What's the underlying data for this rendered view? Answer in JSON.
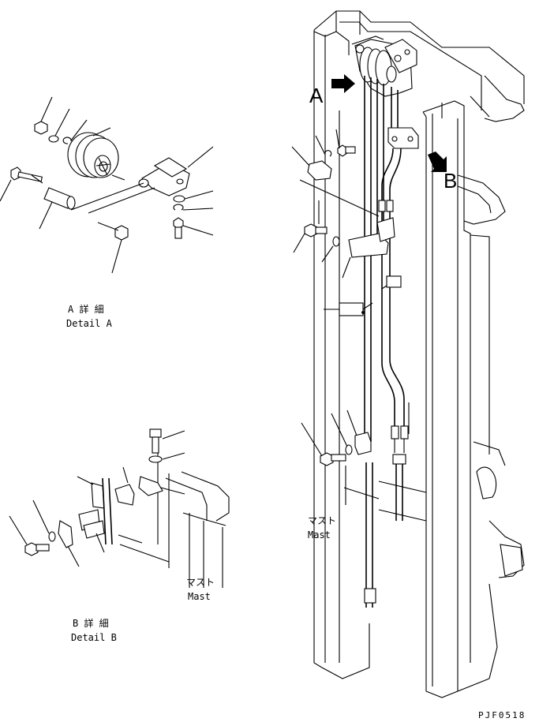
{
  "callouts": {
    "view_a": "A",
    "view_b": "B"
  },
  "detail_a": {
    "title_jp": "A 詳 細",
    "title_en": "Detail A"
  },
  "detail_b": {
    "title_jp": "B 詳 細",
    "title_en": "Detail B"
  },
  "mast_labels": [
    {
      "jp": "マスト",
      "en": "Mast"
    },
    {
      "jp": "マスト",
      "en": "Mast"
    }
  ],
  "drawing_code": "PJF0518"
}
